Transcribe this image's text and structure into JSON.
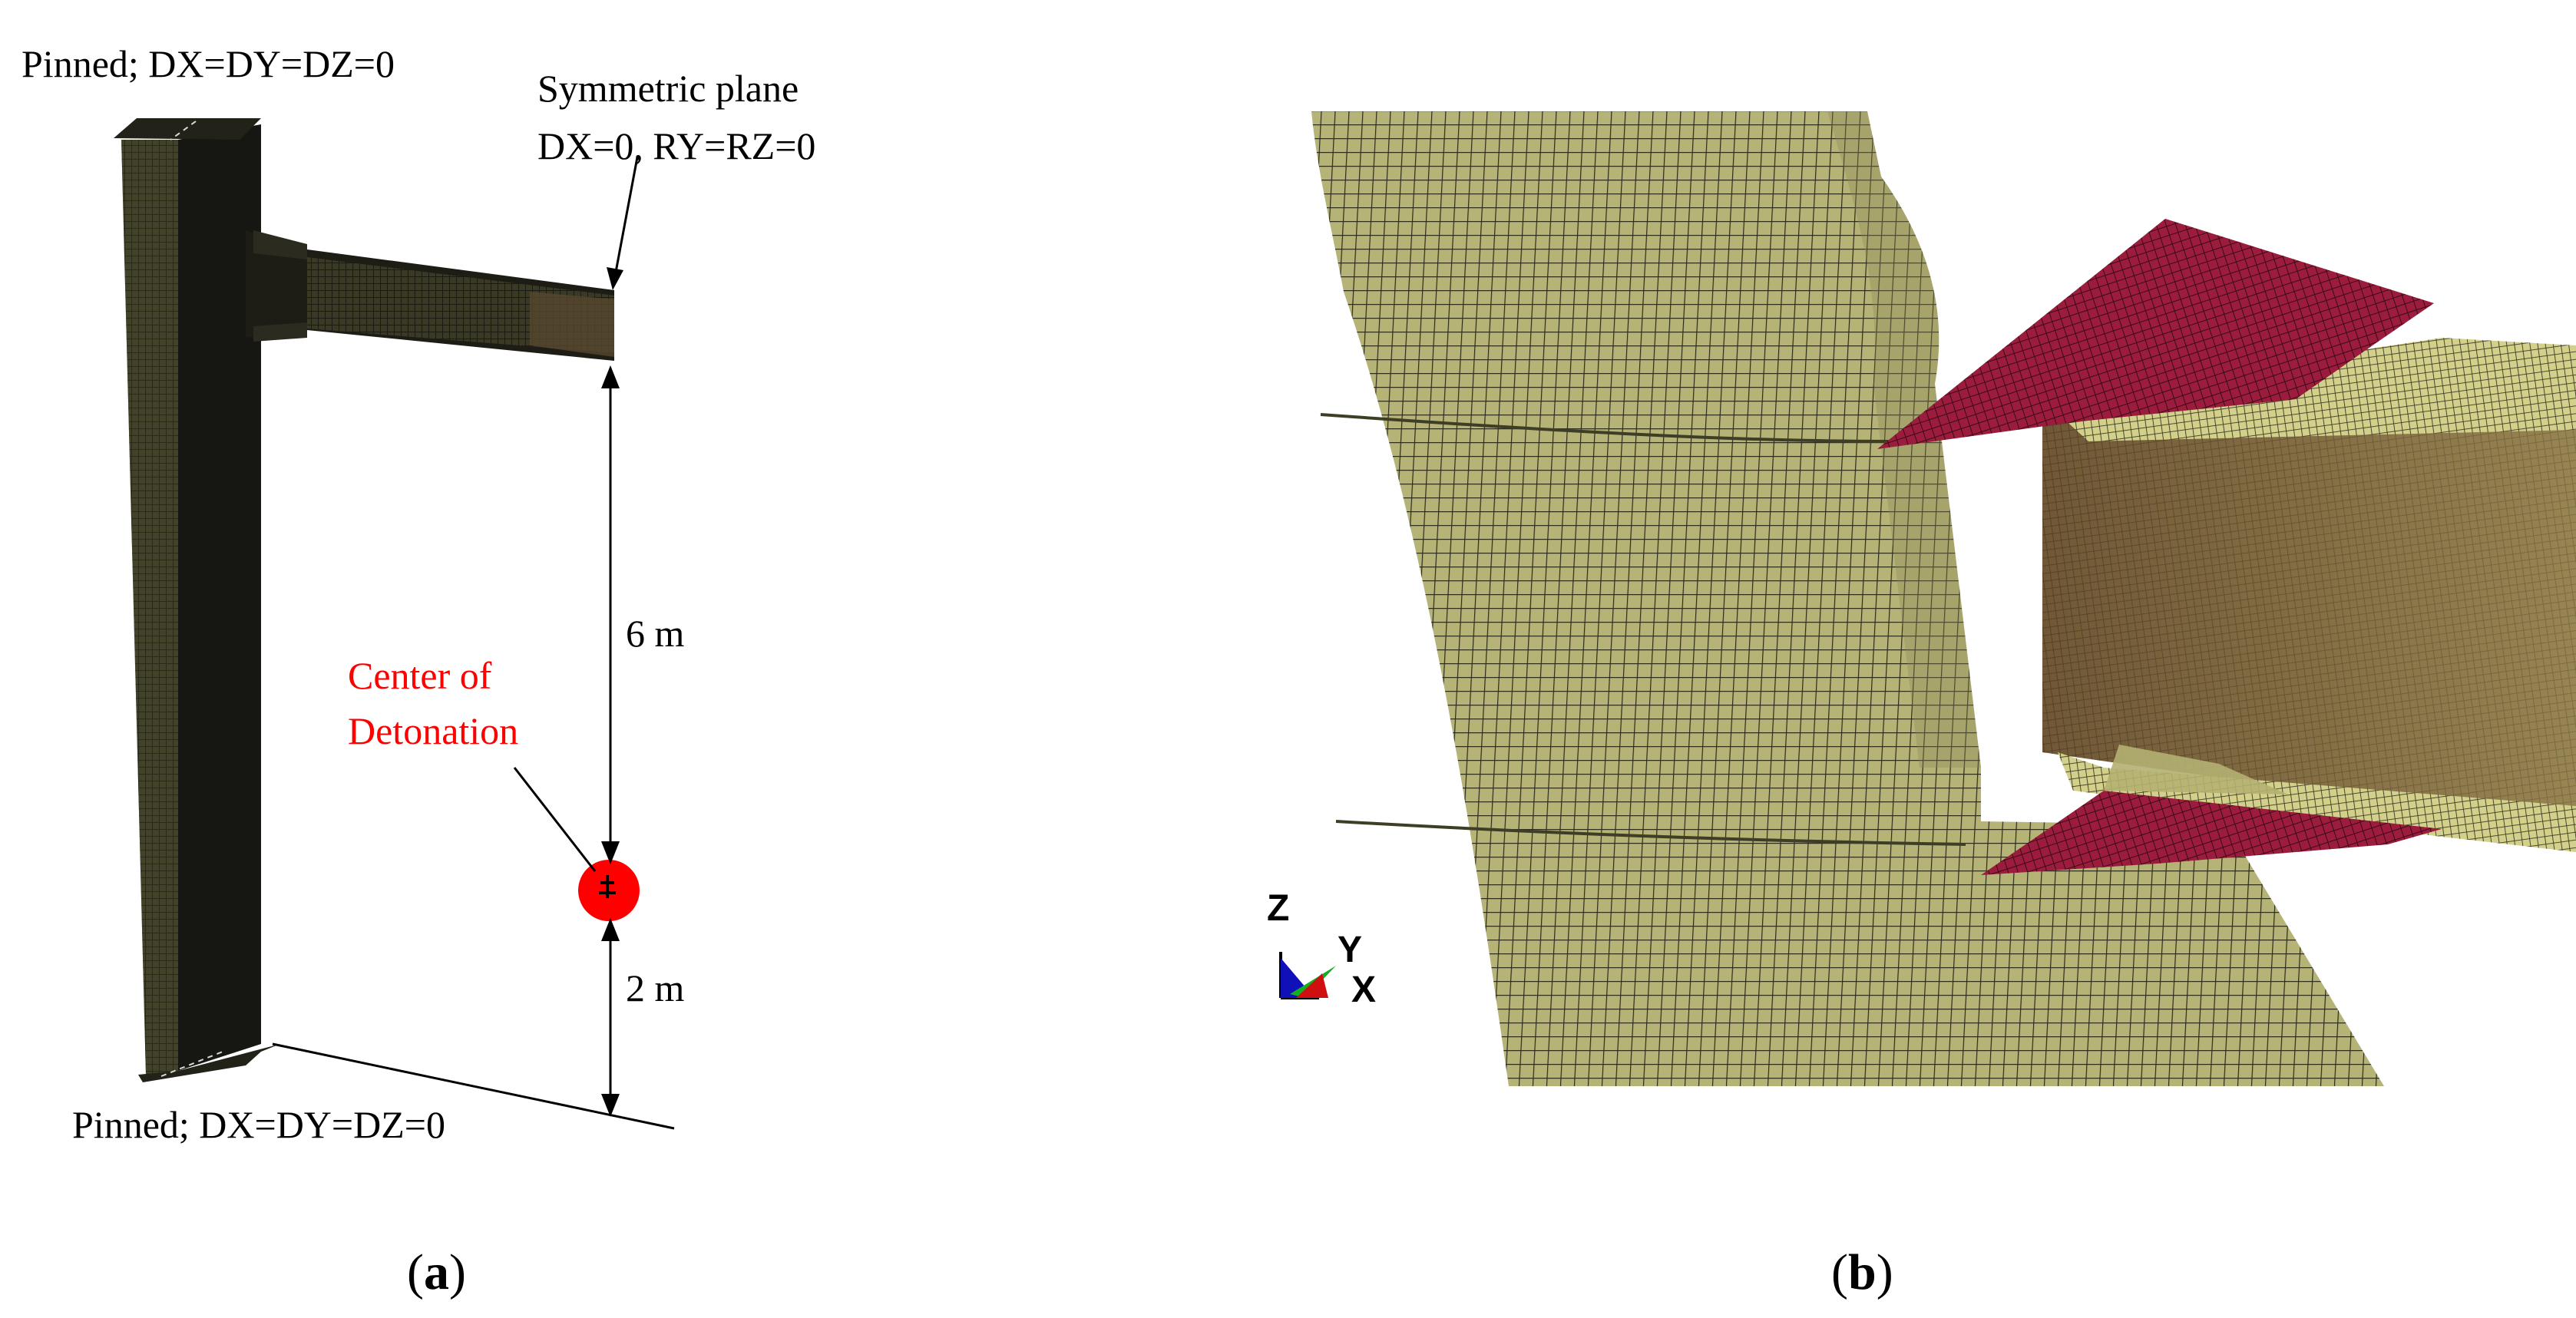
{
  "panel_a": {
    "top_support": "Pinned; DX=DY=DZ=0",
    "bottom_support": "Pinned; DX=DY=DZ=0",
    "sym_plane_line1": "Symmetric plane",
    "sym_plane_line2": "DX=0, RY=RZ=0",
    "detonation_line1": "Center of",
    "detonation_line2": "Detonation",
    "dim_upper": "6 m",
    "dim_lower": "2 m",
    "caption_letter": "a"
  },
  "panel_b": {
    "axis_z": "Z",
    "axis_y": "Y",
    "axis_x": "X",
    "caption_letter": "b"
  },
  "colors": {
    "mesh_fill": "#b6b377",
    "mesh_line": "#2c2c1a",
    "stiffener": "#9b1c3c",
    "beam_dark": "#6b4a2a",
    "detonation": "#ff0000",
    "steel_dark": "#161612"
  }
}
